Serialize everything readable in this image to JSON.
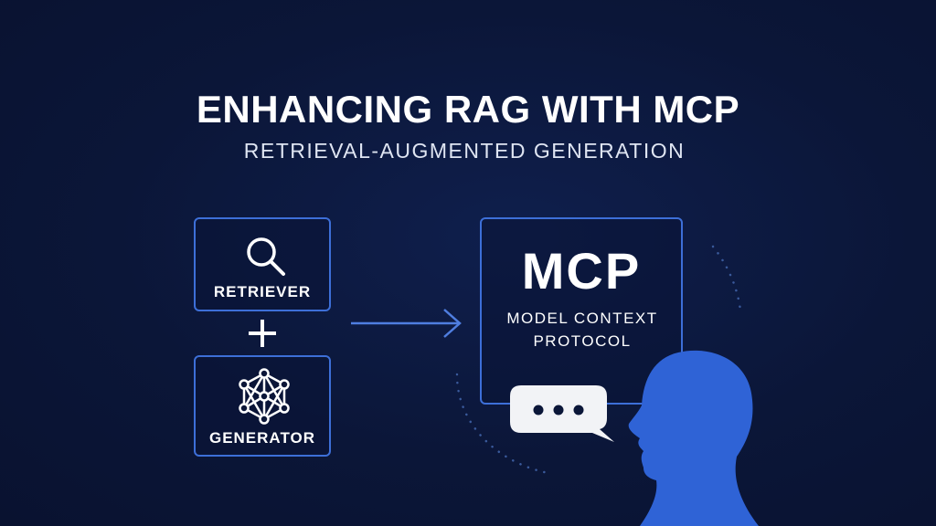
{
  "header": {
    "title": "ENHANCING RAG WITH MCP",
    "subtitle": "RETRIEVAL-AUGMENTED GENERATION"
  },
  "rag": {
    "retriever_label": "RETRIEVER",
    "plus_symbol": "+",
    "generator_label": "GENERATOR"
  },
  "mcp": {
    "title": "MCP",
    "subtitle_line1": "MODEL CONTEXT",
    "subtitle_line2": "PROTOCOL"
  },
  "colors": {
    "background": "#0b1638",
    "accent_blue": "#3d6fd8",
    "head_blue": "#2f63d6",
    "bubble": "#f2f3f6"
  },
  "icons": [
    "search-icon",
    "network-icon",
    "arrow-right-icon",
    "chat-bubble-icon",
    "person-head-icon"
  ]
}
